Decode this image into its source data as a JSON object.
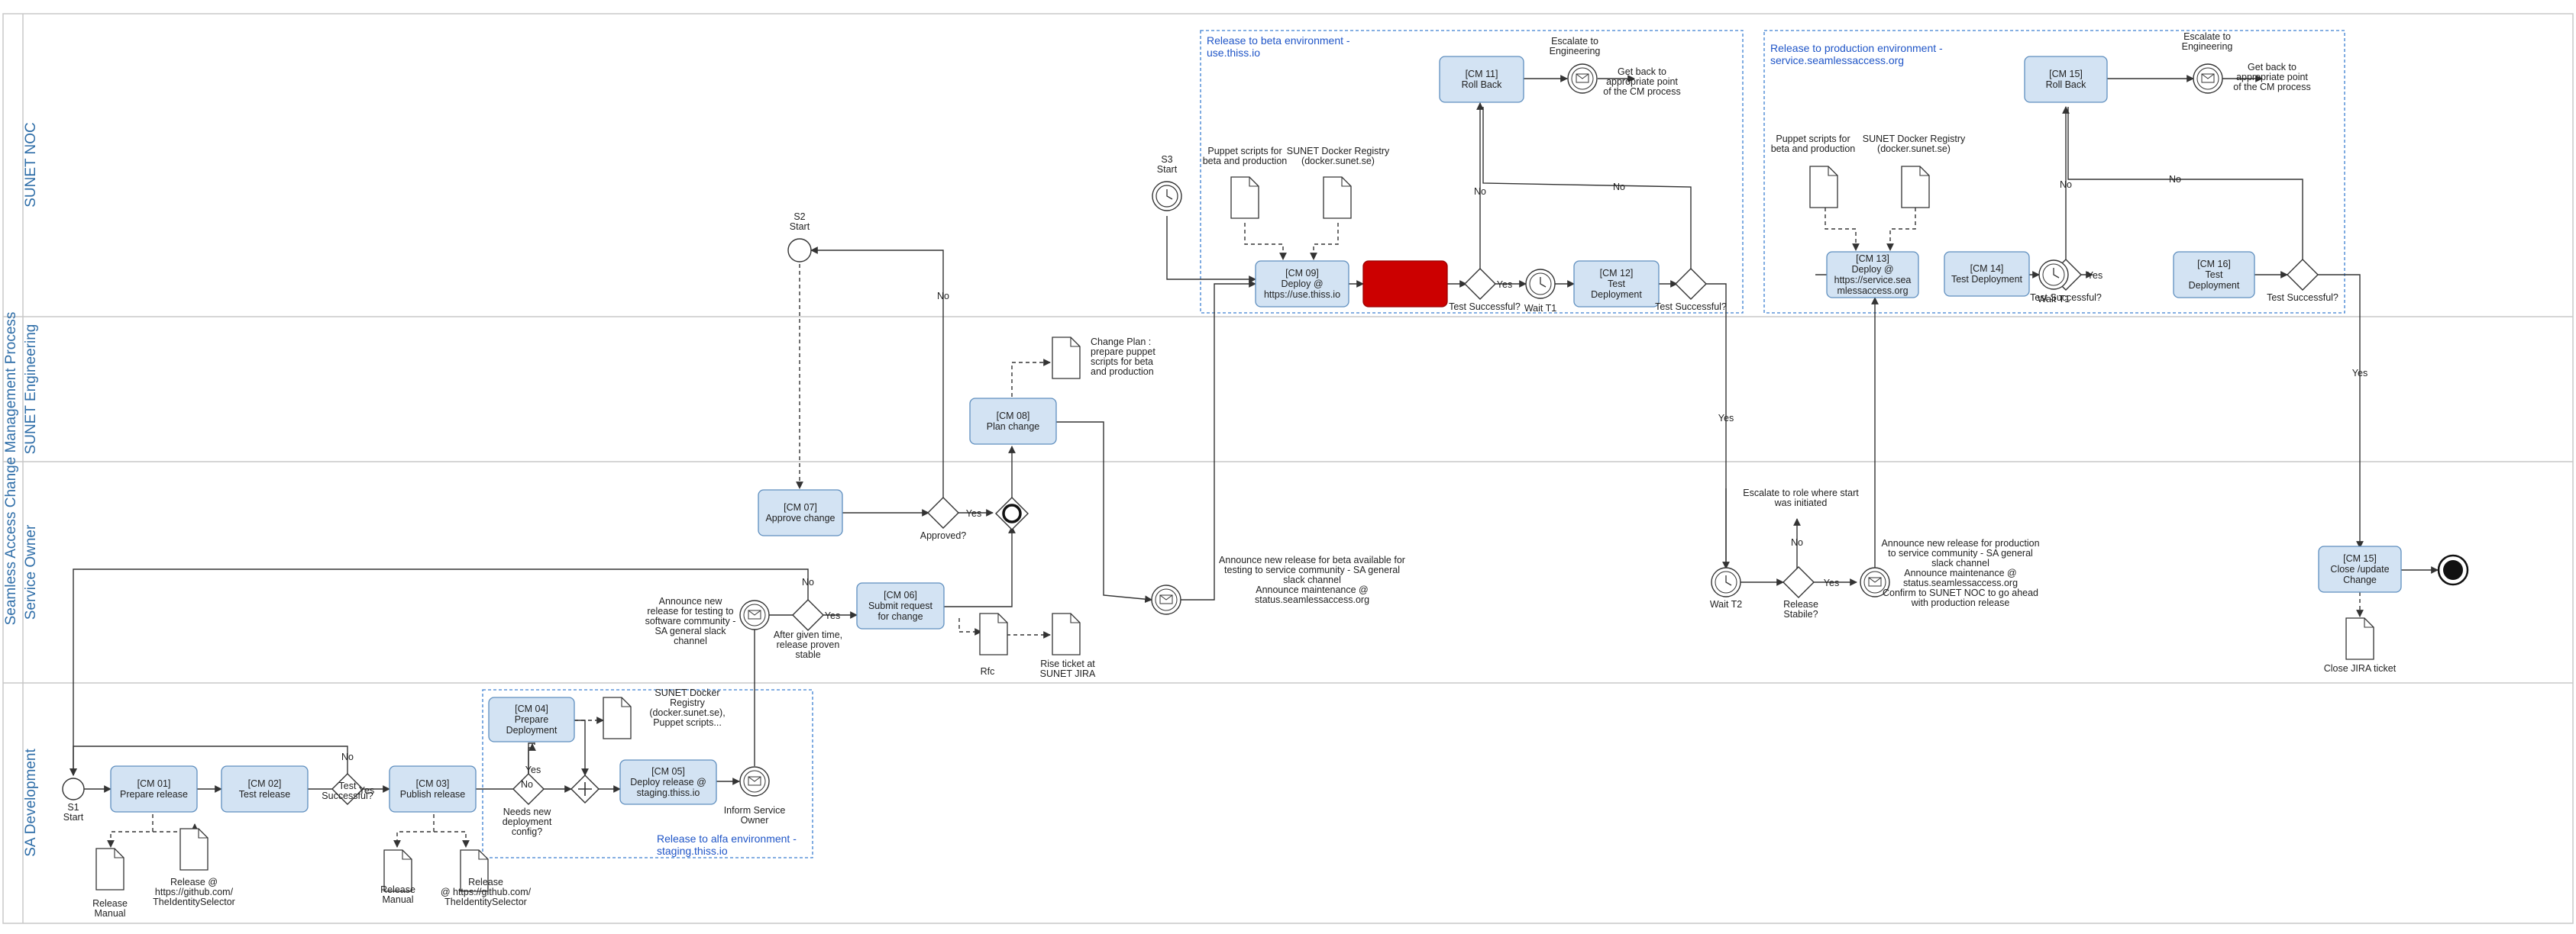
{
  "pool": {
    "title": "Seamless Access Change Management Process"
  },
  "lanes": [
    {
      "id": "noc",
      "label": "SUNET NOC"
    },
    {
      "id": "eng",
      "label": "SUNET Engineering"
    },
    {
      "id": "owner",
      "label": "Service Owner"
    },
    {
      "id": "dev",
      "label": "SA Development"
    }
  ],
  "groups": [
    {
      "id": "beta",
      "title": [
        "Release to beta environment -",
        "use.thiss.io"
      ]
    },
    {
      "id": "prod",
      "title": [
        "Release to production environment -",
        "service.seamlessaccess.org"
      ]
    },
    {
      "id": "alfa",
      "title": [
        "Release to alfa environment -",
        "staging.thiss.io"
      ]
    }
  ],
  "tasks": [
    {
      "id": "cm01",
      "lines": [
        "[CM 01]",
        "Prepare release"
      ]
    },
    {
      "id": "cm02",
      "lines": [
        "[CM 02]",
        "Test release"
      ]
    },
    {
      "id": "cm03",
      "lines": [
        "[CM 03]",
        "Publish release"
      ]
    },
    {
      "id": "cm04",
      "lines": [
        "[CM 04]",
        "Prepare",
        "Deployment"
      ]
    },
    {
      "id": "cm05",
      "lines": [
        "[CM 05]",
        "Deploy release @",
        "staging.thiss.io"
      ]
    },
    {
      "id": "cm06",
      "lines": [
        "[CM 06]",
        "Submit request",
        "for change"
      ]
    },
    {
      "id": "cm07",
      "lines": [
        "[CM 07]",
        "Approve change"
      ]
    },
    {
      "id": "cm08",
      "lines": [
        "[CM 08]",
        "Plan change"
      ]
    },
    {
      "id": "cm09",
      "lines": [
        "[CM 09]",
        "Deploy @",
        "https://use.thiss.io"
      ]
    },
    {
      "id": "cm10",
      "lines": []
    },
    {
      "id": "cm11",
      "lines": [
        "[CM 11]",
        "Roll Back"
      ]
    },
    {
      "id": "cm12",
      "lines": [
        "[CM 12]",
        "Test",
        "Deployment"
      ]
    },
    {
      "id": "cm13",
      "lines": [
        "[CM 13]",
        "Deploy @",
        "https://service.sea",
        "mlessaccess.org"
      ]
    },
    {
      "id": "cm14",
      "lines": [
        "[CM 14]",
        "Test Deployment"
      ]
    },
    {
      "id": "cm15a",
      "lines": [
        "[CM 15]",
        "Roll Back"
      ]
    },
    {
      "id": "cm16",
      "lines": [
        "[CM 16]",
        "Test",
        "Deployment"
      ]
    },
    {
      "id": "cm15b",
      "lines": [
        "[CM 15]",
        "Close /update",
        "Change"
      ]
    }
  ],
  "events": [
    {
      "id": "s1",
      "lines": [
        "S1",
        "Start"
      ]
    },
    {
      "id": "s2",
      "lines": [
        "S2",
        "Start"
      ]
    },
    {
      "id": "s3",
      "lines": [
        "S3",
        "Start"
      ]
    }
  ],
  "documents": [
    {
      "id": "d_rm1",
      "lines": [
        "Release",
        "Manual"
      ]
    },
    {
      "id": "d_gh1",
      "lines": [
        "Release @",
        "https://github.com/",
        "TheIdentitySelector"
      ]
    },
    {
      "id": "d_rm2",
      "lines": [
        "Release",
        "Manual"
      ]
    },
    {
      "id": "d_gh2",
      "lines": [
        "Release",
        "@ https://github.com/",
        "TheIdentitySelector"
      ]
    },
    {
      "id": "d_reg_alfa",
      "lines": [
        "SUNET Docker",
        "Registry",
        "(docker.sunet.se),",
        "Puppet scripts..."
      ]
    },
    {
      "id": "d_rfc",
      "lines": [
        "Rfc"
      ]
    },
    {
      "id": "d_jira",
      "lines": [
        "Rise ticket at",
        "SUNET JIRA"
      ]
    },
    {
      "id": "d_plan",
      "lines": [
        "Change Plan :",
        "prepare puppet",
        "scripts for beta",
        "and production"
      ]
    },
    {
      "id": "d_pup_beta",
      "lines": [
        "Puppet scripts for",
        "beta and production"
      ]
    },
    {
      "id": "d_reg_beta",
      "lines": [
        "SUNET Docker Registry",
        "(docker.sunet.se)"
      ]
    },
    {
      "id": "d_pup_prod",
      "lines": [
        "Puppet scripts for",
        "beta and production"
      ]
    },
    {
      "id": "d_reg_prod",
      "lines": [
        "SUNET Docker Registry",
        "(docker.sunet.se)"
      ]
    },
    {
      "id": "d_close_jira",
      "lines": [
        "Close JIRA ticket"
      ]
    }
  ],
  "labels": [
    {
      "id": "g_test1",
      "lines": [
        "Test",
        "Successful?"
      ]
    },
    {
      "id": "g_needs",
      "lines": [
        "Needs new",
        "deployment",
        "config?"
      ]
    },
    {
      "id": "inform_owner",
      "lines": [
        "Inform Service",
        "Owner"
      ]
    },
    {
      "id": "announce_alfa",
      "lines": [
        "Announce new",
        "release for testing to",
        "software community -",
        "SA general slack",
        "channel"
      ]
    },
    {
      "id": "g_stable",
      "lines": [
        "After given time,",
        "release proven",
        "stable"
      ]
    },
    {
      "id": "g_approved",
      "lines": [
        "Approved?"
      ]
    },
    {
      "id": "announce_beta",
      "lines": [
        "Announce new release for beta available for",
        "testing to service community - SA general",
        "slack channel",
        "Announce maintenance @",
        "status.seamlessaccess.org"
      ]
    },
    {
      "id": "g_test_beta",
      "lines": [
        "Test Successful?"
      ]
    },
    {
      "id": "wait_t1_beta",
      "lines": [
        "Wait T1"
      ]
    },
    {
      "id": "g_test_beta2",
      "lines": [
        "Test Successful?"
      ]
    },
    {
      "id": "esc_beta",
      "lines": [
        "Escalate to",
        "Engineering"
      ]
    },
    {
      "id": "back_beta",
      "lines": [
        "Get back to",
        "appropriate point",
        "of the CM process"
      ]
    },
    {
      "id": "g_test_prod",
      "lines": [
        "Test Successful?"
      ]
    },
    {
      "id": "wait_t1_prod",
      "lines": [
        "Wait T1"
      ]
    },
    {
      "id": "g_test_prod2",
      "lines": [
        "Test Successful?"
      ]
    },
    {
      "id": "esc_prod",
      "lines": [
        "Escalate to",
        "Engineering"
      ]
    },
    {
      "id": "back_prod",
      "lines": [
        "Get back to",
        "appropriate point",
        "of the CM process"
      ]
    },
    {
      "id": "wait_t2",
      "lines": [
        "Wait T2"
      ]
    },
    {
      "id": "g_rel_stable",
      "lines": [
        "Release",
        "Stabile?"
      ]
    },
    {
      "id": "esc_role",
      "lines": [
        "Escalate to role where start",
        "was initiated"
      ]
    },
    {
      "id": "announce_prod",
      "lines": [
        "Announce new release for production",
        "to service community - SA general",
        "slack channel",
        "Announce maintenance @",
        "status.seamlessaccess.org",
        "",
        "Confirm to SUNET NOC to go ahead",
        "with production release"
      ]
    }
  ],
  "flow_labels": {
    "yes": "Yes",
    "no": "No"
  },
  "colors": {
    "lane_text": "#2f6ea8",
    "task_fill": "#d3e3f3",
    "task_stroke": "#5f8fbf",
    "highlight_fill": "#cc0000",
    "group_stroke": "#3c7fd1",
    "group_title": "#1f55c7"
  }
}
